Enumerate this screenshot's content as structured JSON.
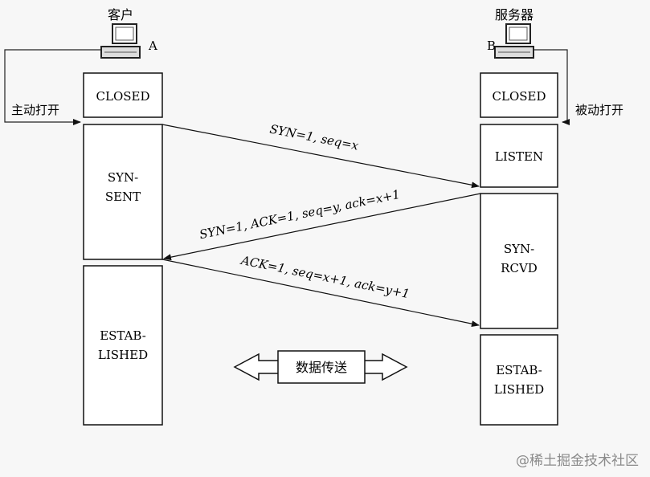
{
  "client": {
    "label": "客户",
    "tag": "A"
  },
  "server": {
    "label": "服务器",
    "tag": "B"
  },
  "client_states": [
    "CLOSED",
    [
      "SYN-",
      "SENT"
    ],
    [
      "ESTAB-",
      "LISHED"
    ]
  ],
  "server_states": [
    "CLOSED",
    "LISTEN",
    [
      "SYN-",
      "RCVD"
    ],
    [
      "ESTAB-",
      "LISHED"
    ]
  ],
  "active_open": "主动打开",
  "passive_open": "被动打开",
  "messages": [
    "SYN=1, seq=x",
    "SYN=1, ACK=1, seq=y, ack=x+1",
    "ACK=1, seq=x+1, ack=y+1"
  ],
  "data_transfer": "数据传送",
  "watermark": "@稀土掘金技术社区"
}
